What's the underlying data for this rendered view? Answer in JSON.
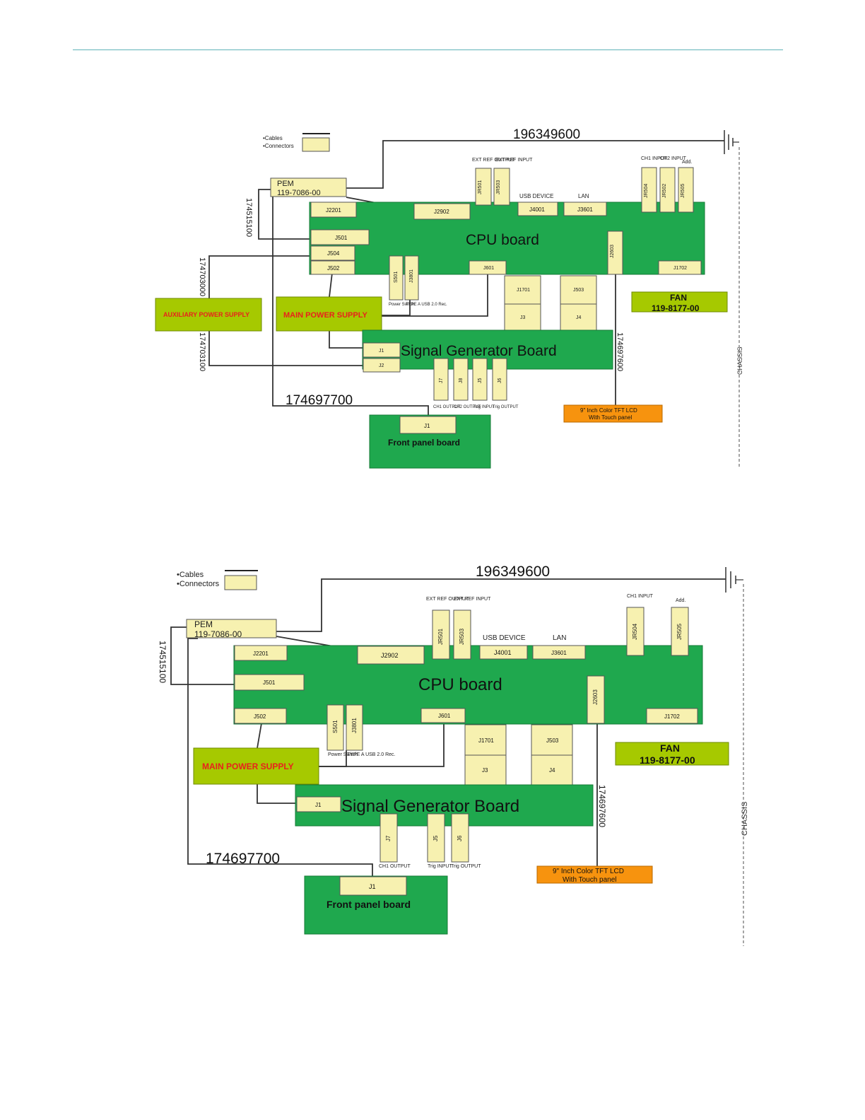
{
  "legend": {
    "cables": "•Cables",
    "connectors": "•Connectors"
  },
  "cable_ids": {
    "top": "196349600",
    "pem_cable": "174515100",
    "aux_upper": "174703000",
    "aux_lower": "174703100",
    "lcd_cable": "174697600",
    "front_cable": "174697700"
  },
  "pem": {
    "line1": "PEM",
    "line2": "119-7086-00"
  },
  "boards": {
    "cpu": "CPU board",
    "siggen": "Signal Generator Board",
    "front": "Front panel board"
  },
  "power": {
    "aux": "AUXILIARY POWER SUPPLY",
    "main": "MAIN POWER SUPPLY"
  },
  "fan": {
    "line1": "FAN",
    "line2": "119-8177-00"
  },
  "lcd": {
    "line1": "9\" Inch Color TFT LCD",
    "line2": "With Touch panel"
  },
  "chassis": "CHASSIS",
  "connectors": {
    "j2201": "J2201",
    "j501": "J501",
    "j504": "J504",
    "j502": "J502",
    "j2902": "J2902",
    "jr501": "JR501",
    "jr503": "JR503",
    "j4001": "J4001",
    "j3601": "J3601",
    "jr504": "JR504",
    "jr502": "JR502",
    "jr505": "JR505",
    "j2603": "J2603",
    "j1702": "J1702",
    "j601": "J601",
    "s501": "S501",
    "j3801": "J3801",
    "j1701": "J1701",
    "j3": "J3",
    "j503": "J503",
    "j4": "J4",
    "j1": "J1",
    "j2": "J2",
    "j7": "J7",
    "j8": "J8",
    "j5": "J5",
    "j6": "J6"
  },
  "port_labels": {
    "ext_ref_out": "EXT REF OUTPUT",
    "ext_ref_in": "EXT REF INPUT",
    "usb_device": "USB DEVICE",
    "lan": "LAN",
    "ch1_input": "CH1 INPUT",
    "ch2_input": "CH2 INPUT",
    "add": "Add.",
    "power_switch": "Power Switch",
    "type_a_usb": "TYPE A USB 2.0 Rec.",
    "ch1_output": "CH1 OUTPUT",
    "ch2_output": "CH2 OUTPUT",
    "trig_input": "Trig INPUT",
    "trig_output": "Trig OUTPUT"
  },
  "colors": {
    "board": "#1fa84e",
    "connector": "#f7f1b0",
    "power": "#a6c900",
    "lcd": "#f7930e",
    "warning_text": "#e8221c",
    "rule": "#5fb3b8"
  }
}
